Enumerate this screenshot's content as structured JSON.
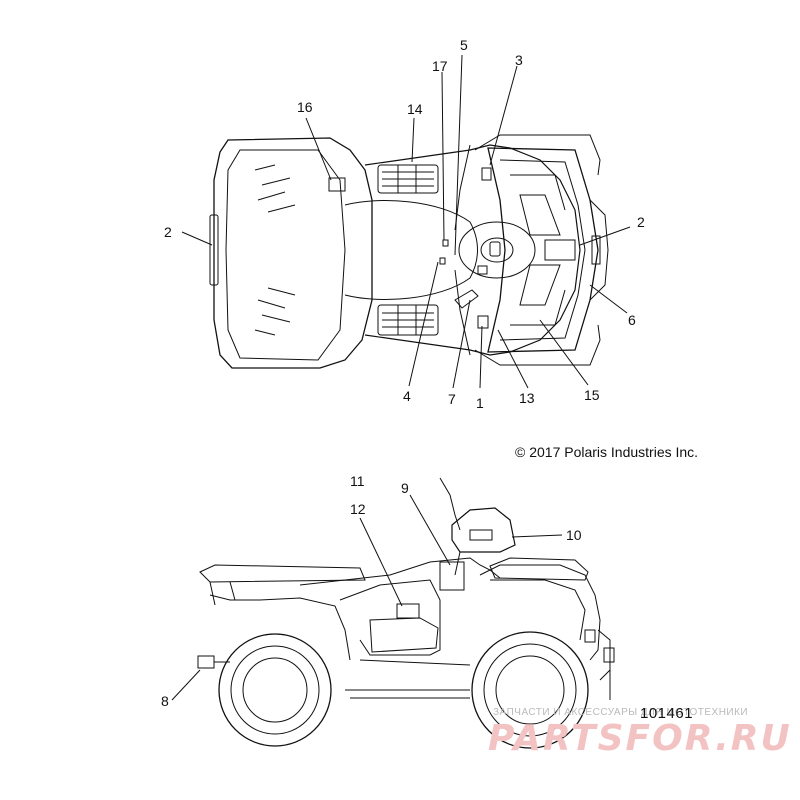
{
  "callouts": {
    "c1": "1",
    "c2a": "2",
    "c2b": "2",
    "c3": "3",
    "c4": "4",
    "c5": "5",
    "c6": "6",
    "c7": "7",
    "c8": "8",
    "c9": "9",
    "c10": "10",
    "c11": "11",
    "c12": "12",
    "c13": "13",
    "c14": "14",
    "c15": "15",
    "c16": "16",
    "c17": "17"
  },
  "copyright": "© 2017 Polaris Industries Inc.",
  "diagram_code": "101461",
  "watermark": {
    "small": "ЗАПЧАСТИ И АКСЕССУАРЫ ДЛЯ МОТОТЕХНИКИ",
    "big": "PARTSFOR.RU"
  },
  "colors": {
    "line": "#111111",
    "watermark": "#f3c3c3"
  }
}
